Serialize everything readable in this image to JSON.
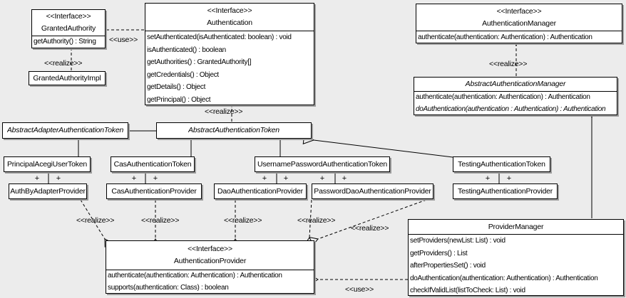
{
  "labels": {
    "realize": "<<realize>>",
    "use": "<<use>>"
  },
  "symbols": {
    "plus": "+"
  },
  "colors": {
    "background": "#ececec",
    "box_fill": "#ffffff",
    "line": "#000000",
    "shadow": "#9c9c9c"
  },
  "classes": {
    "granted_authority": {
      "stereotype": "<<Interface>>",
      "name": "GrantedAuthority",
      "methods": [
        "getAuthority() : String"
      ]
    },
    "granted_authority_impl": {
      "name": "GrantedAuthorityImpl"
    },
    "authentication": {
      "stereotype": "<<Interface>>",
      "name": "Authentication",
      "methods": [
        "setAuthenticated(isAuthenticated: boolean) : void",
        "isAuthenticated() : boolean",
        "getAuthorities() : GrantedAuthority[]",
        "getCredentials() : Object",
        "getDetails() : Object",
        "getPrincipal() : Object"
      ]
    },
    "authentication_manager": {
      "stereotype": "<<Interface>>",
      "name": "AuthenticationManager",
      "methods": [
        "authenticate(authentication: Authentication) : Authentication"
      ]
    },
    "abstract_authentication_manager": {
      "name": "AbstractAuthenticationManager",
      "methods": [
        "authenticate(authentication: Authentication) : Authentication",
        "doAuthentication(authentication : Authentication) : Authentication"
      ]
    },
    "abstract_adapter_authentication_token": {
      "name": "AbstractAdapterAuthenticationToken"
    },
    "abstract_authentication_token": {
      "name": "AbstractAuthenticationToken"
    },
    "principal_acegi_user_token": {
      "name": "PrincipalAcegiUserToken"
    },
    "cas_authentication_token": {
      "name": "CasAuthenticationToken"
    },
    "username_password_authentication_token": {
      "name": "UsernamePasswordAuthenticationToken"
    },
    "testing_authentication_token": {
      "name": "TestingAuthenticationToken"
    },
    "auth_by_adapter_provider": {
      "name": "AuthByAdapterProvider"
    },
    "cas_authentication_provider": {
      "name": "CasAuthenticationProvider"
    },
    "dao_authentication_provider": {
      "name": "DaoAuthenticationProvider"
    },
    "password_dao_authentication_provider": {
      "name": "PasswordDaoAuthenticationProvider"
    },
    "testing_authentication_provider": {
      "name": "TestingAuthenticationProvider"
    },
    "authentication_provider": {
      "stereotype": "<<Interface>>",
      "name": "AuthenticationProvider",
      "methods": [
        "authenticate(authentication: Authentication) : Authentication",
        "supports(authentication: Class) : boolean"
      ]
    },
    "provider_manager": {
      "name": "ProviderManager",
      "methods": [
        "setProviders(newList: List) : void",
        "getProviders() : List",
        "afterPropertiesSet() : void",
        "doAuthentication(authentication: Authentication) : Authentication",
        "checkIfValidList(listToCheck: List) : void"
      ]
    }
  }
}
